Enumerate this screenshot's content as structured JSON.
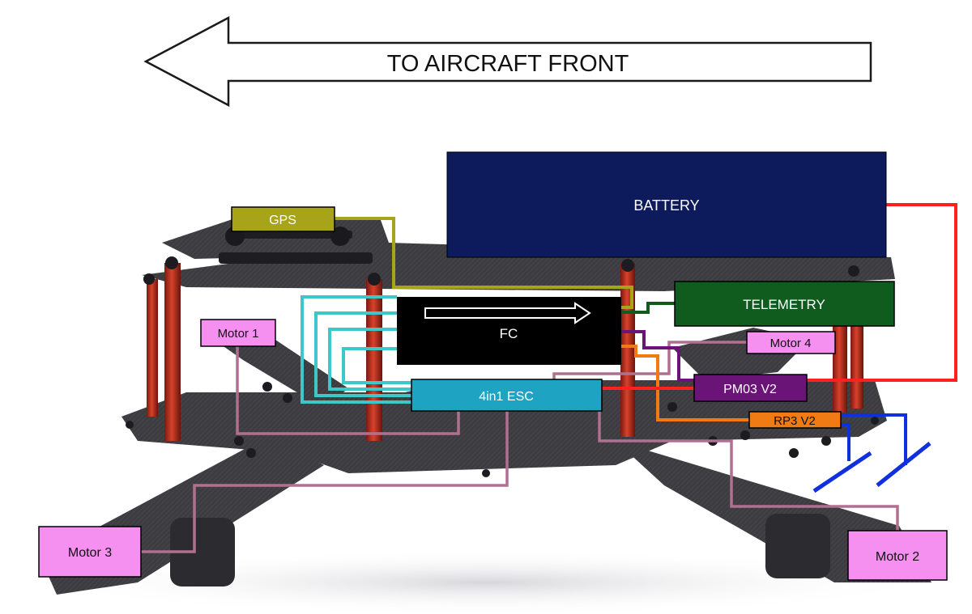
{
  "arrow": {
    "label": "TO AIRCRAFT FRONT"
  },
  "components": {
    "battery": "BATTERY",
    "gps": "GPS",
    "telemetry": "TELEMETRY",
    "fc": "FC",
    "esc": "4in1 ESC",
    "pm": "PM03 V2",
    "rc": "RP3 V2",
    "motor1": "Motor 1",
    "motor2": "Motor 2",
    "motor3": "Motor 3",
    "motor4": "Motor 4"
  },
  "colors": {
    "battery": "#0d1a5c",
    "gps": "#a8a41a",
    "telemetry": "#0f5c1e",
    "fc": "#000000",
    "esc": "#1fa3c2",
    "pm": "#6b1478",
    "rc": "#f07a14",
    "motor": "#f58ff0",
    "motor_wire": "#b07090",
    "esc_wire": "#3cc8c8",
    "power_wire": "#ff2020",
    "antenna": "#1030e0",
    "frame": "#3a3a3e",
    "standoff": "#b8331f"
  }
}
